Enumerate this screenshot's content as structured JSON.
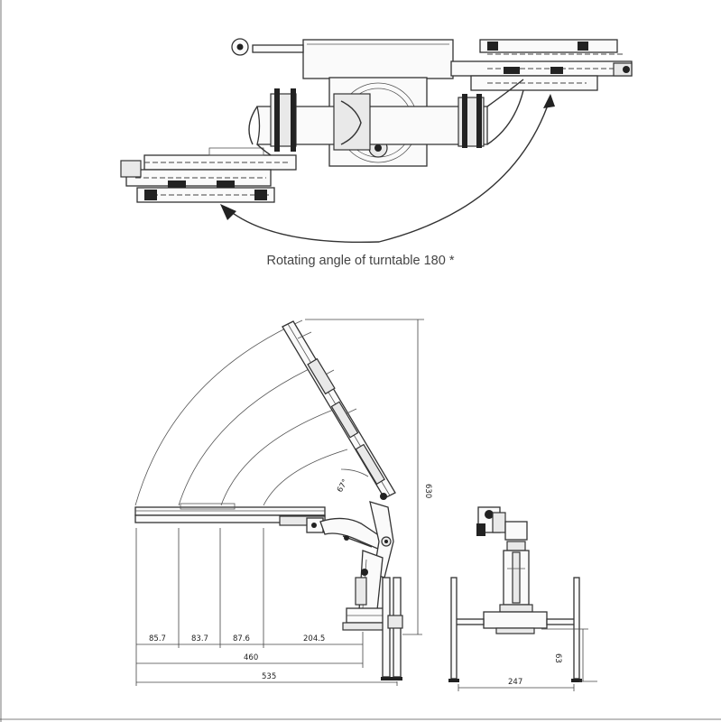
{
  "caption": "Rotating angle of turntable 180 *",
  "dimensions": {
    "boom_section_1": "85.7",
    "boom_section_2": "83.7",
    "boom_section_3": "87.6",
    "boom_base": "204.5",
    "reach_to_mast": "460",
    "total_reach": "535",
    "max_height": "630",
    "max_angle": "67°",
    "outrigger_width": "247",
    "outrigger_height": "63"
  },
  "colors": {
    "line": "#333333",
    "text": "#444444"
  }
}
